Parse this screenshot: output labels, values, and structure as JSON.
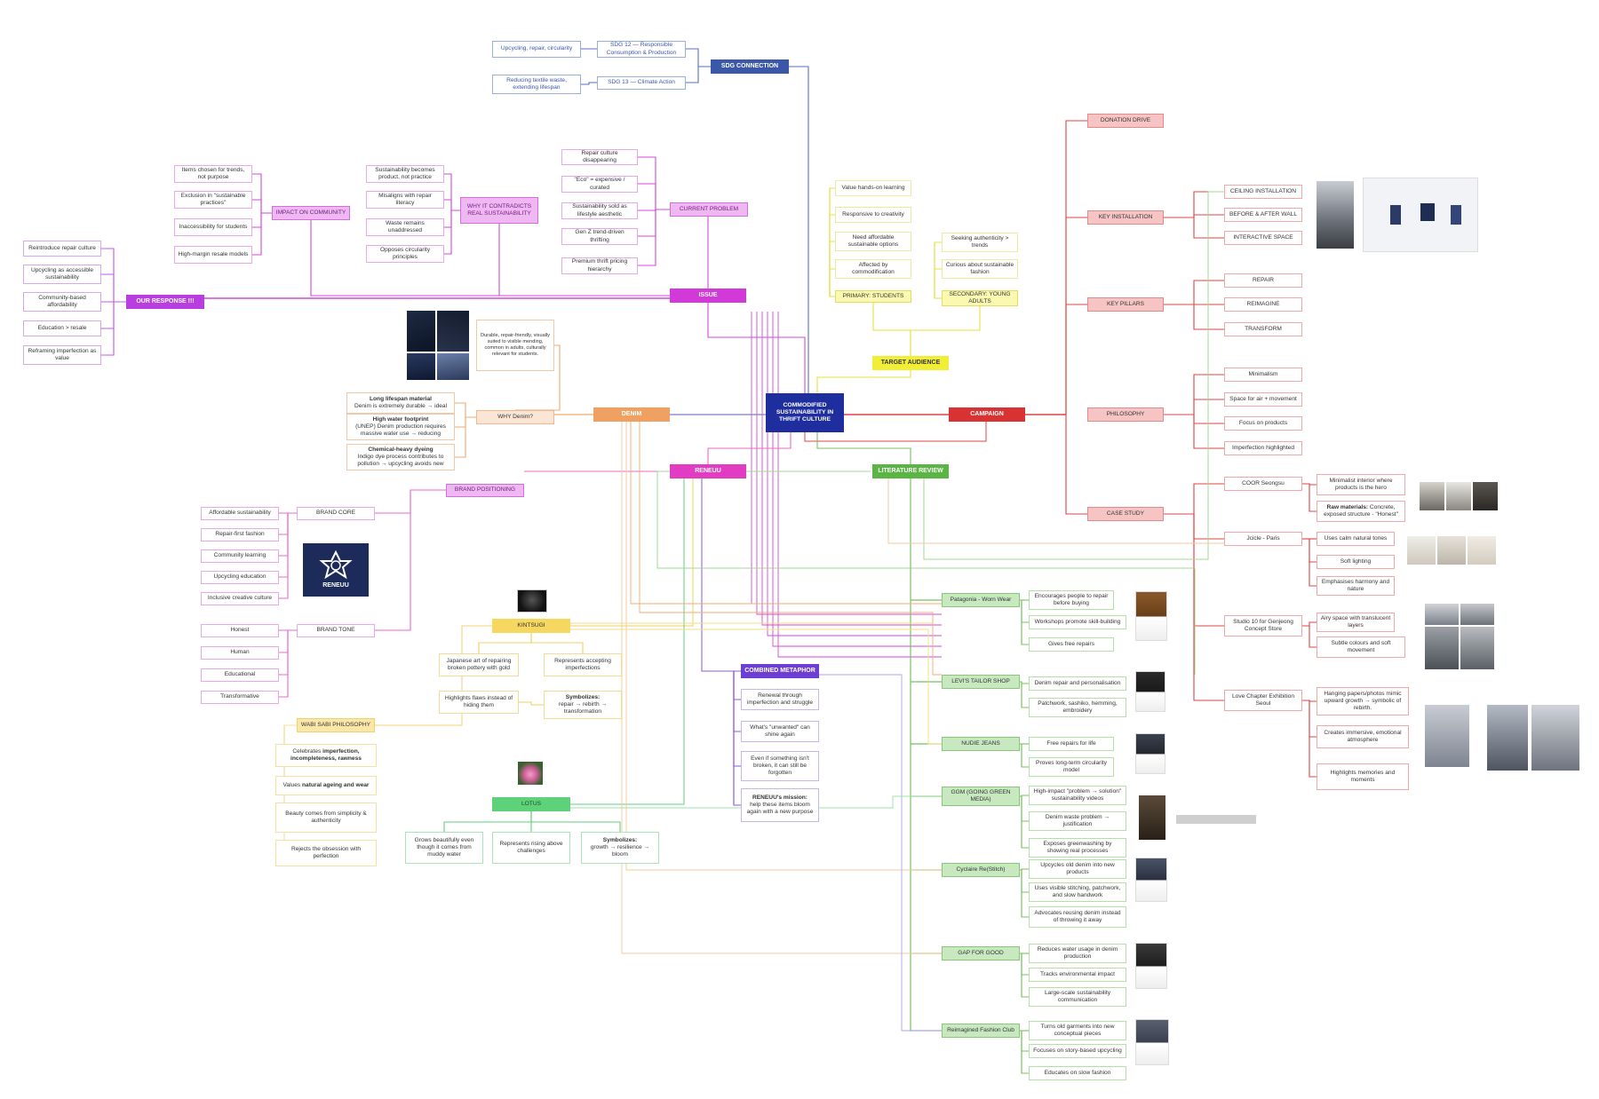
{
  "colors": {
    "center": "#1f2e9e",
    "sdg": "#3b57a8",
    "issue": "#d13ad9",
    "campaign": "#d93232",
    "denim": "#f0a060",
    "reneuu": "#e23dc2",
    "literature": "#5ab544",
    "audience": "#f2ee38",
    "kintsugi": "#f6d760",
    "lotus": "#5ed27a",
    "metaphor": "#6b3fd4",
    "wabi": "#f7dc90"
  },
  "nodes": {
    "center": "COMMODIFIED SUSTAINABILITY IN THRIFT CULTURE",
    "sdg_connection": "SDG CONNECTION",
    "sdg12": "SDG 12 — Responsible Consumption & Production",
    "sdg13": "SDG 13 — Climate Action",
    "upcycling_repair": "Upcycling, repair, circularity",
    "reducing_waste": "Reducing textile waste, extending lifespan",
    "issue": "ISSUE",
    "current_problem": "CURRENT PROBLEM",
    "repair_culture": "Repair culture disappearing",
    "eco_expensive": "\"Eco\" = expensive / curated",
    "sust_sold": "Sustainability sold as lifestyle aesthetic",
    "genz": "Gen Z trend-driven thrifting",
    "premium": "Premium thrift pricing hierarchy",
    "why_contradicts": "WHY IT CONTRADICTS REAL SUSTAINABILITY",
    "sust_becomes": "Sustainability becomes product, not practice",
    "misaligns": "Misaligns with repair literacy",
    "waste_remains": "Waste remains unaddressed",
    "opposes": "Opposes circularity principles",
    "impact_community": "IMPACT ON COMMUNITY",
    "items_trends": "Items chosen for trends, not purpose",
    "exclusion": "Exclusion in \"sustainable practices\"",
    "inaccessibility": "Inaccessibility for students",
    "high_margin": "High-margin resale models",
    "our_response": "OUR RESPONSE !!!",
    "reintroduce": "Reintroduce repair culture",
    "upcycling_accessible": "Upcycling as accessible sustainability",
    "community_based": "Community-based affordability",
    "education_resale": "Education > resale",
    "reframing": "Reframing imperfection as value",
    "target_audience": "TARGET AUDIENCE",
    "primary": "PRIMARY: STUDENTS",
    "value_hands": "Value hands-on learning",
    "responsive": "Responsive to creativity",
    "need_affordable": "Need affordable sustainable options",
    "affected": "Affected by commodification",
    "secondary": "SECONDARY: YOUNG ADULTS",
    "seeking": "Seeking authenticity > trends",
    "curious": "Curious about sustainable fashion",
    "denim": "DENIM",
    "why_denim": "WHY Denim?",
    "denim_note": "Durable, repair-friendly, visually suited to visible mending, common in adults, culturally relevant for students.",
    "long_lifespan_title": "Long lifespan material",
    "long_lifespan_body": "Denim is extremely durable → ideal",
    "water_title": "High water footprint",
    "water_body": "(UNEP) Denim production requires massive water use → reducing",
    "chem_title": "Chemical-heavy dyeing",
    "chem_body": "Indigo dye process contributes to pollution → upcycling avoids new",
    "reneuu": "RENEUU",
    "brand_positioning": "BRAND POSITIONING",
    "brand_core": "BRAND CORE",
    "affordable_sust": "Affordable sustainability",
    "repair_first": "Repair-first fashion",
    "community_learning": "Community learning",
    "upcycling_education": "Upcycling education",
    "inclusive_creative": "Inclusive creative culture",
    "brand_tone": "BRAND TONE",
    "honest": "Honest",
    "human": "Human",
    "educational": "Educational",
    "transformative": "Transformative",
    "logo_text": "RENEUU",
    "kintsugi": "KINTSUGI",
    "japanese_art": "Japanese art of repairing broken pottery with gold",
    "represents_accepting": "Represents accepting imperfections",
    "highlights_flaws": "Highlights flaws instead of hiding them",
    "sym_k_title": "Symbolizes:",
    "sym_k_body": "repair → rebirth → transformation",
    "wabi": "WABI SABI PHILOSOPHY",
    "celebrates_a": "Celebrates ",
    "celebrates_b": "imperfection, incompleteness, rawness",
    "values_a": "Values ",
    "values_b": "natural ageing and wear",
    "beauty": "Beauty comes from simplicity & authenticity",
    "rejects": "Rejects the obsession with perfection",
    "combined": "COMBINED METAPHOR",
    "renewal": "Renewal through imperfection and struggle",
    "whats_unwanted": "What's \"unwanted\" can shine again",
    "even_if": "Even if something isn't broken, it can still be forgotten",
    "mission_title": "RENEUU's mission:",
    "mission_body": "help these items bloom again with a new purpose",
    "lotus": "LOTUS",
    "grows": "Grows beautifully even though it comes from muddy water",
    "rising": "Represents rising above challenges",
    "sym_l_title": "Symbolizes:",
    "sym_l_body": "growth → resilience → bloom",
    "campaign": "CAMPAIGN",
    "donation": "DONATION DRIVE",
    "key_installation": "KEY INSTALLATION",
    "ceiling": "CEILING INSTALLATION",
    "before_after": "BEFORE & AFTER WALL",
    "interactive": "INTERACTIVE SPACE",
    "key_pillars": "KEY PILLARS",
    "repair": "REPAIR",
    "reimagine": "REIMAGINE",
    "transform": "TRANSFORM",
    "philosophy": "PHILOSOPHY",
    "minimalism": "Minimalism",
    "space_air": "Space for air + movement",
    "focus_products": "Focus on products",
    "imperfection_highlighted": "Imperfection highlighted",
    "case_study": "CASE STUDY",
    "cos": "COOR Seongsu",
    "minimalist_interior": "Minimalist interior where products is the hero",
    "raw_title": "Raw materials:",
    "raw_body": " Concrete, exposed structure - \"Honest\"",
    "jcicle": "Jcicle - Paris",
    "uses_calm": "Uses calm natural tones",
    "soft_lighting": "Soft lighting",
    "emphasises": "Emphasises harmony and nature",
    "studio": "Studio 10 for Genjeong Concept Store",
    "airy": "Airy space with translucent layers",
    "subtle": "Subtle colours and soft movement",
    "love_chapter": "Love Chapter Exhibition Seoul",
    "hanging": "Hanging papers/photos mimic upward growth → symbolic of rebirth.",
    "creates": "Creates immersive, emotional atmosphere",
    "highlights_memories": "Highlights memories and moments",
    "literature": "LITERATURE REVIEW",
    "patagonia": "Patagonia - Worn Wear",
    "encourages": "Encourages people to repair before buying",
    "workshops": "Workshops promote skill-building",
    "gives_free": "Gives free repairs",
    "levis": "LEVI'S TAILOR SHOP",
    "denim_repair": "Denim repair and personalisation",
    "patchwork": "Patchwork, sashiko, hemming, embroidery",
    "nudie": "NUDIE JEANS",
    "free_repairs": "Free repairs for life",
    "proves": "Proves long-term circularity model",
    "ggm": "GGM (GOING GREEN MEDIA)",
    "high_impact": "High-impact \"problem → solution\" sustainability videos",
    "denim_waste": "Denim waste problem → justification",
    "exposes": "Exposes greenwashing by showing real processes",
    "cyclaire": "Cyclaire Re(Stitch)",
    "upcycles": "Upcycles old denim into new products",
    "uses_visible": "Uses visible stitching, patchwork, and slow handwork",
    "advocates": "Advocates reusing denim instead of throwing it away",
    "gap": "GAP FOR GOOD",
    "reduces_water": "Reduces water usage in denim production",
    "tracks": "Tracks environmental impact",
    "large_scale": "Large-scale sustainability communication",
    "reimagined": "Reimagined Fashion Club",
    "turns_old": "Turns old garments into new conceptual pieces",
    "focuses": "Focuses on story-based upcycling",
    "educates": "Educates on slow fashion"
  }
}
